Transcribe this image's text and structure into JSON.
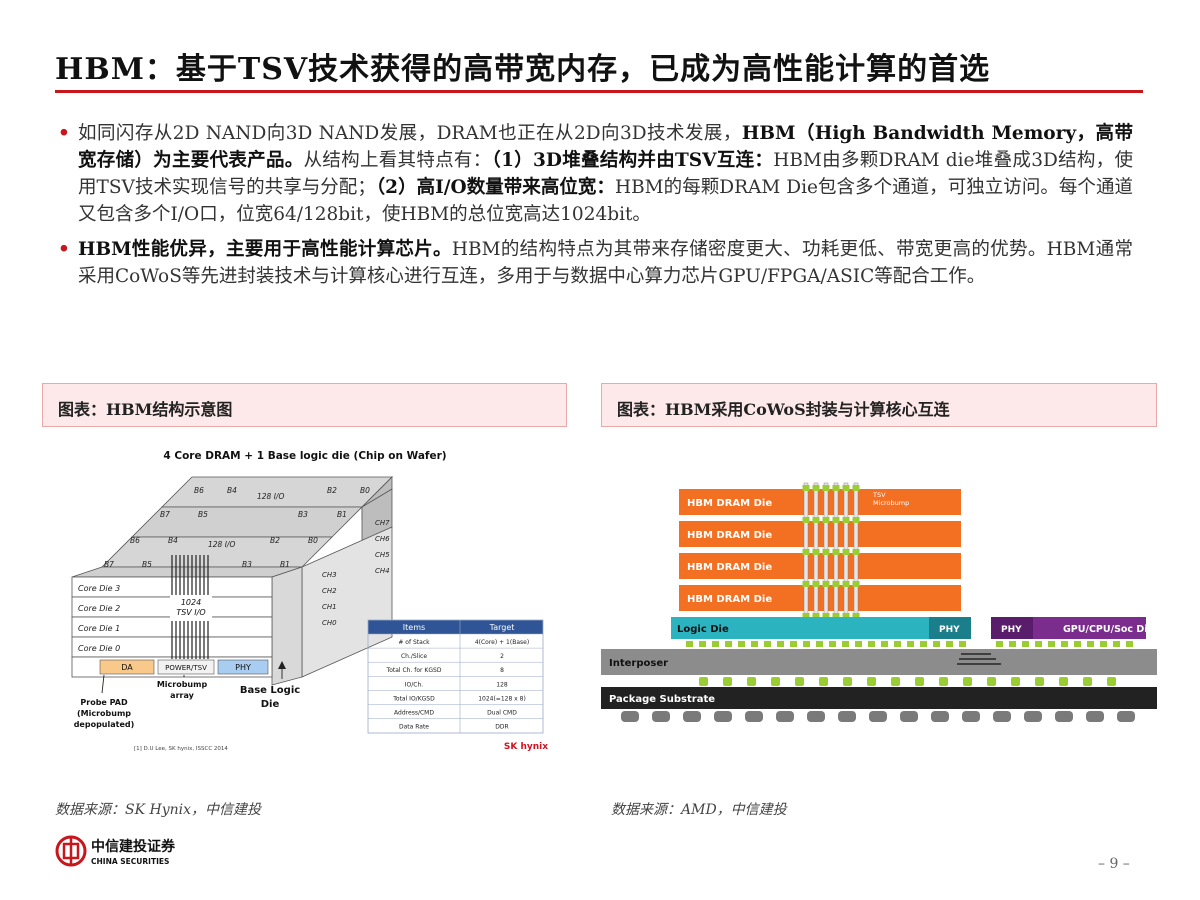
{
  "title": "HBM：基于TSV技术获得的高带宽内存，已成为高性能计算的首选",
  "bullets": [
    {
      "segments": [
        {
          "t": "如同闪存从2D NAND向3D NAND发展，DRAM也正在从2D向3D技术发展，",
          "b": false
        },
        {
          "t": "HBM（High Bandwidth Memory，高带宽存储）为主要代表产品。",
          "b": true
        },
        {
          "t": "从结构上看其特点有：",
          "b": false
        },
        {
          "t": "（1）3D堆叠结构并由TSV互连：",
          "b": true
        },
        {
          "t": "HBM由多颗DRAM die堆叠成3D结构，使用TSV技术实现信号的共享与分配；",
          "b": false
        },
        {
          "t": "（2）高I/O数量带来高位宽：",
          "b": true
        },
        {
          "t": "HBM的每颗DRAM Die包含多个通道，可独立访问。每个通道又包含多个I/O口，位宽64/128bit，使HBM的总位宽高达1024bit。",
          "b": false
        }
      ]
    },
    {
      "segments": [
        {
          "t": "HBM性能优异，主要用于高性能计算芯片。",
          "b": true
        },
        {
          "t": "HBM的结构特点为其带来存储密度更大、功耗更低、带宽更高的优势。HBM通常采用CoWoS等先进封装技术与计算核心进行互连，多用于与数据中心算力芯片GPU/FPGA/ASIC等配合工作。",
          "b": false
        }
      ]
    }
  ],
  "figures": {
    "left": {
      "caption": "图表：HBM结构示意图",
      "source": "数据来源：SK Hynix，中信建投",
      "diagram": {
        "heading": "4 Core DRAM + 1 Base logic die (Chip on Wafer)",
        "bank_rows": [
          [
            "B6",
            "B4",
            "128 I/O",
            "B2",
            "B0"
          ],
          [
            "B7",
            "B5",
            "B3",
            "B1"
          ],
          [
            "B6",
            "B4",
            "128 I/O",
            "B2",
            "B0"
          ],
          [
            "B7",
            "B5",
            "B3",
            "B1"
          ]
        ],
        "channels": [
          "CH7",
          "CH6",
          "CH5",
          "CH4",
          "CH3",
          "CH2",
          "CH1",
          "CH0"
        ],
        "core_dies": [
          "Core Die 3",
          "Core Die 2",
          "Core Die 1",
          "Core Die 0"
        ],
        "tsv_label": "1024\nTSV I/O",
        "base_blocks": [
          "DA",
          "POWER/TSV",
          "PHY"
        ],
        "labels": {
          "probe_pad": "Probe PAD\n(Microbump\ndepopulated)",
          "microbump": "Microbump\narray",
          "base_logic": "Base Logic\nDie",
          "reference": "[1] D.U Lee, SK hynix, ISSCC 2014",
          "brand": "SK hynix"
        },
        "spec_table": {
          "headers": [
            "Items",
            "Target"
          ],
          "rows": [
            [
              "# of Stack",
              "4(Core) + 1(Base)"
            ],
            [
              "Ch./Slice",
              "2"
            ],
            [
              "Total Ch. for KGSD",
              "8"
            ],
            [
              "IO/Ch.",
              "128"
            ],
            [
              "Total IO/KGSD",
              "1024(=128 x 8)"
            ],
            [
              "Address/CMD",
              "Dual CMD"
            ],
            [
              "Data Rate",
              "DDR"
            ]
          ]
        }
      }
    },
    "right": {
      "caption": "图表：HBM采用CoWoS封装与计算核心互连",
      "source": "数据来源：AMD，中信建投",
      "diagram": {
        "dram_dies": [
          "HBM DRAM Die",
          "HBM DRAM Die",
          "HBM DRAM Die",
          "HBM DRAM Die"
        ],
        "tsv_label": "TSV\nMicrobump",
        "logic_die": "Logic Die",
        "phy": "PHY",
        "gpu": "GPU/CPU/Soc Die",
        "interposer": "Interposer",
        "substrate": "Package Substrate"
      }
    }
  },
  "footer": {
    "logo_cn": "中信建投证券",
    "logo_en": "CHINA SECURITIES",
    "page": "– 9 –"
  },
  "colors": {
    "accent": "#c8161d",
    "dram_orange": "#f36f21",
    "logic_teal": "#2bb3c0",
    "gpu_purple": "#7b2d8e",
    "bump_green": "#9acd32",
    "table_blue": "#2f5597"
  }
}
